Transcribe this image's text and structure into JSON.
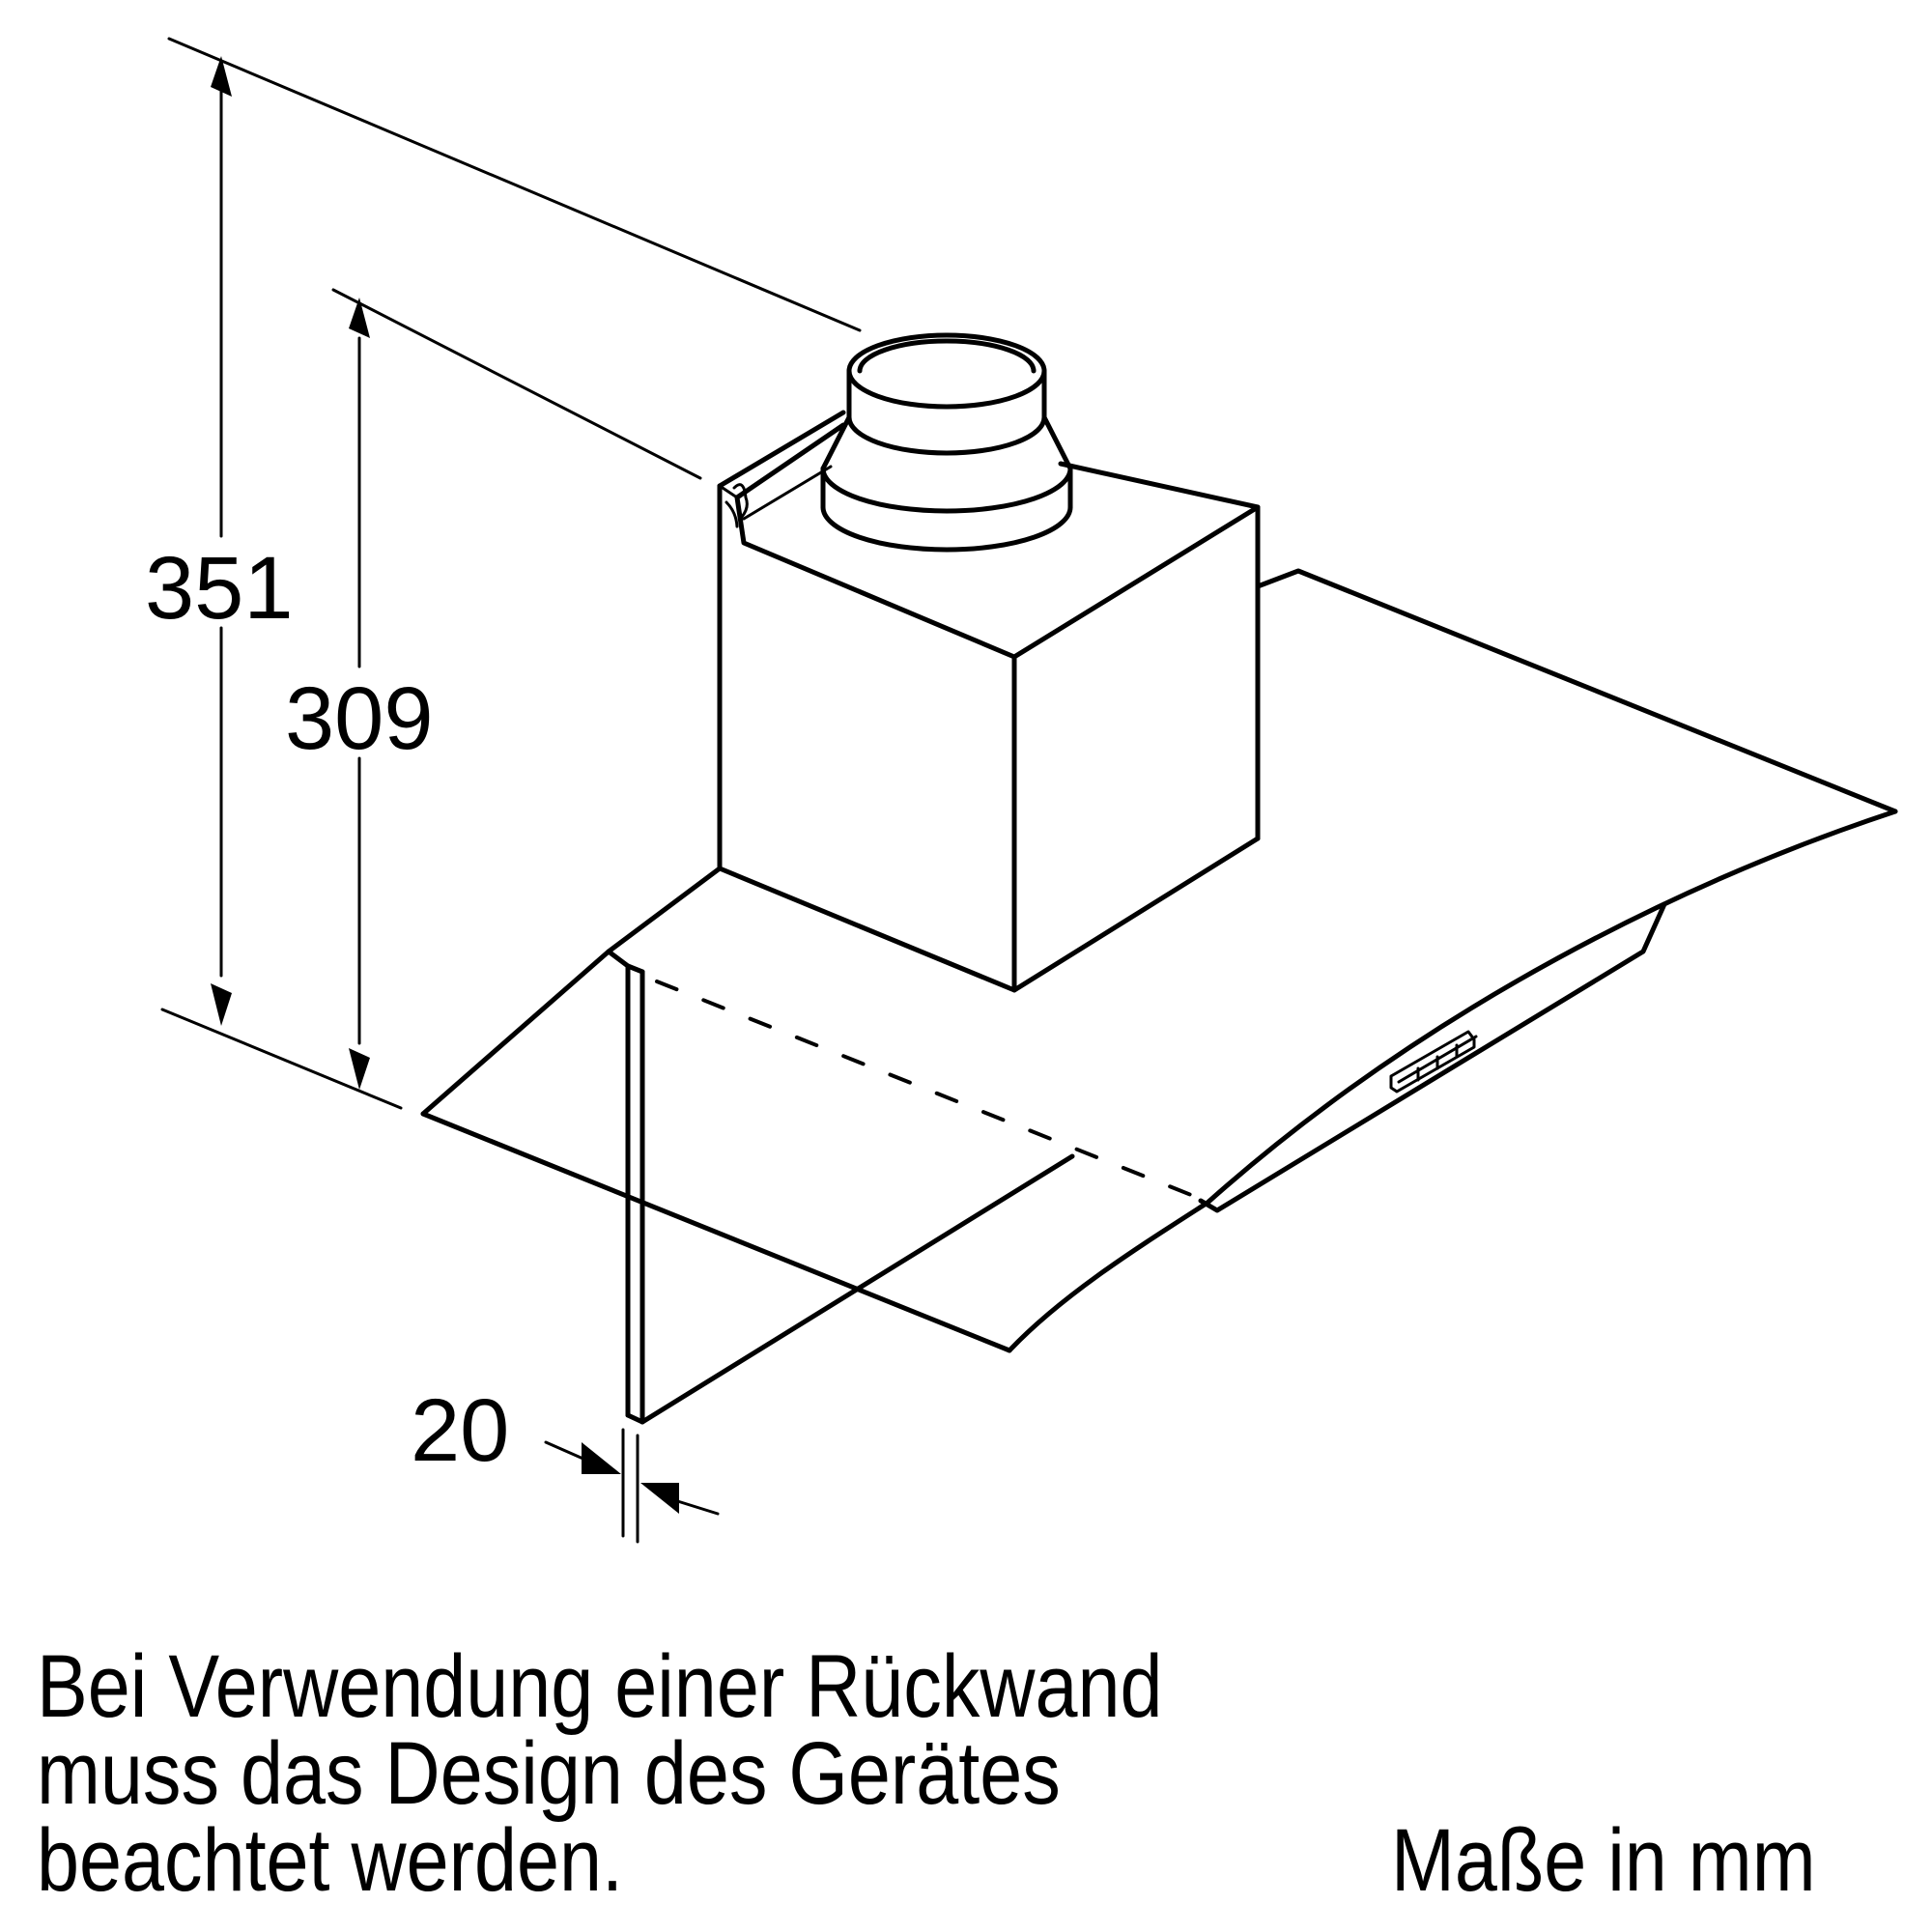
{
  "dimensions": {
    "total_height": {
      "value": "351",
      "unit": "mm"
    },
    "box_height": {
      "value": "309",
      "unit": "mm"
    },
    "glass_thickness": {
      "value": "20",
      "unit": "mm"
    }
  },
  "note": {
    "lines": [
      "Bei Verwendung einer Rückwand",
      "muss das Design des Gerätes",
      "beachtet werden."
    ]
  },
  "units_label": "Maße in mm",
  "colors": {
    "line": "#000000",
    "background": "#ffffff"
  }
}
